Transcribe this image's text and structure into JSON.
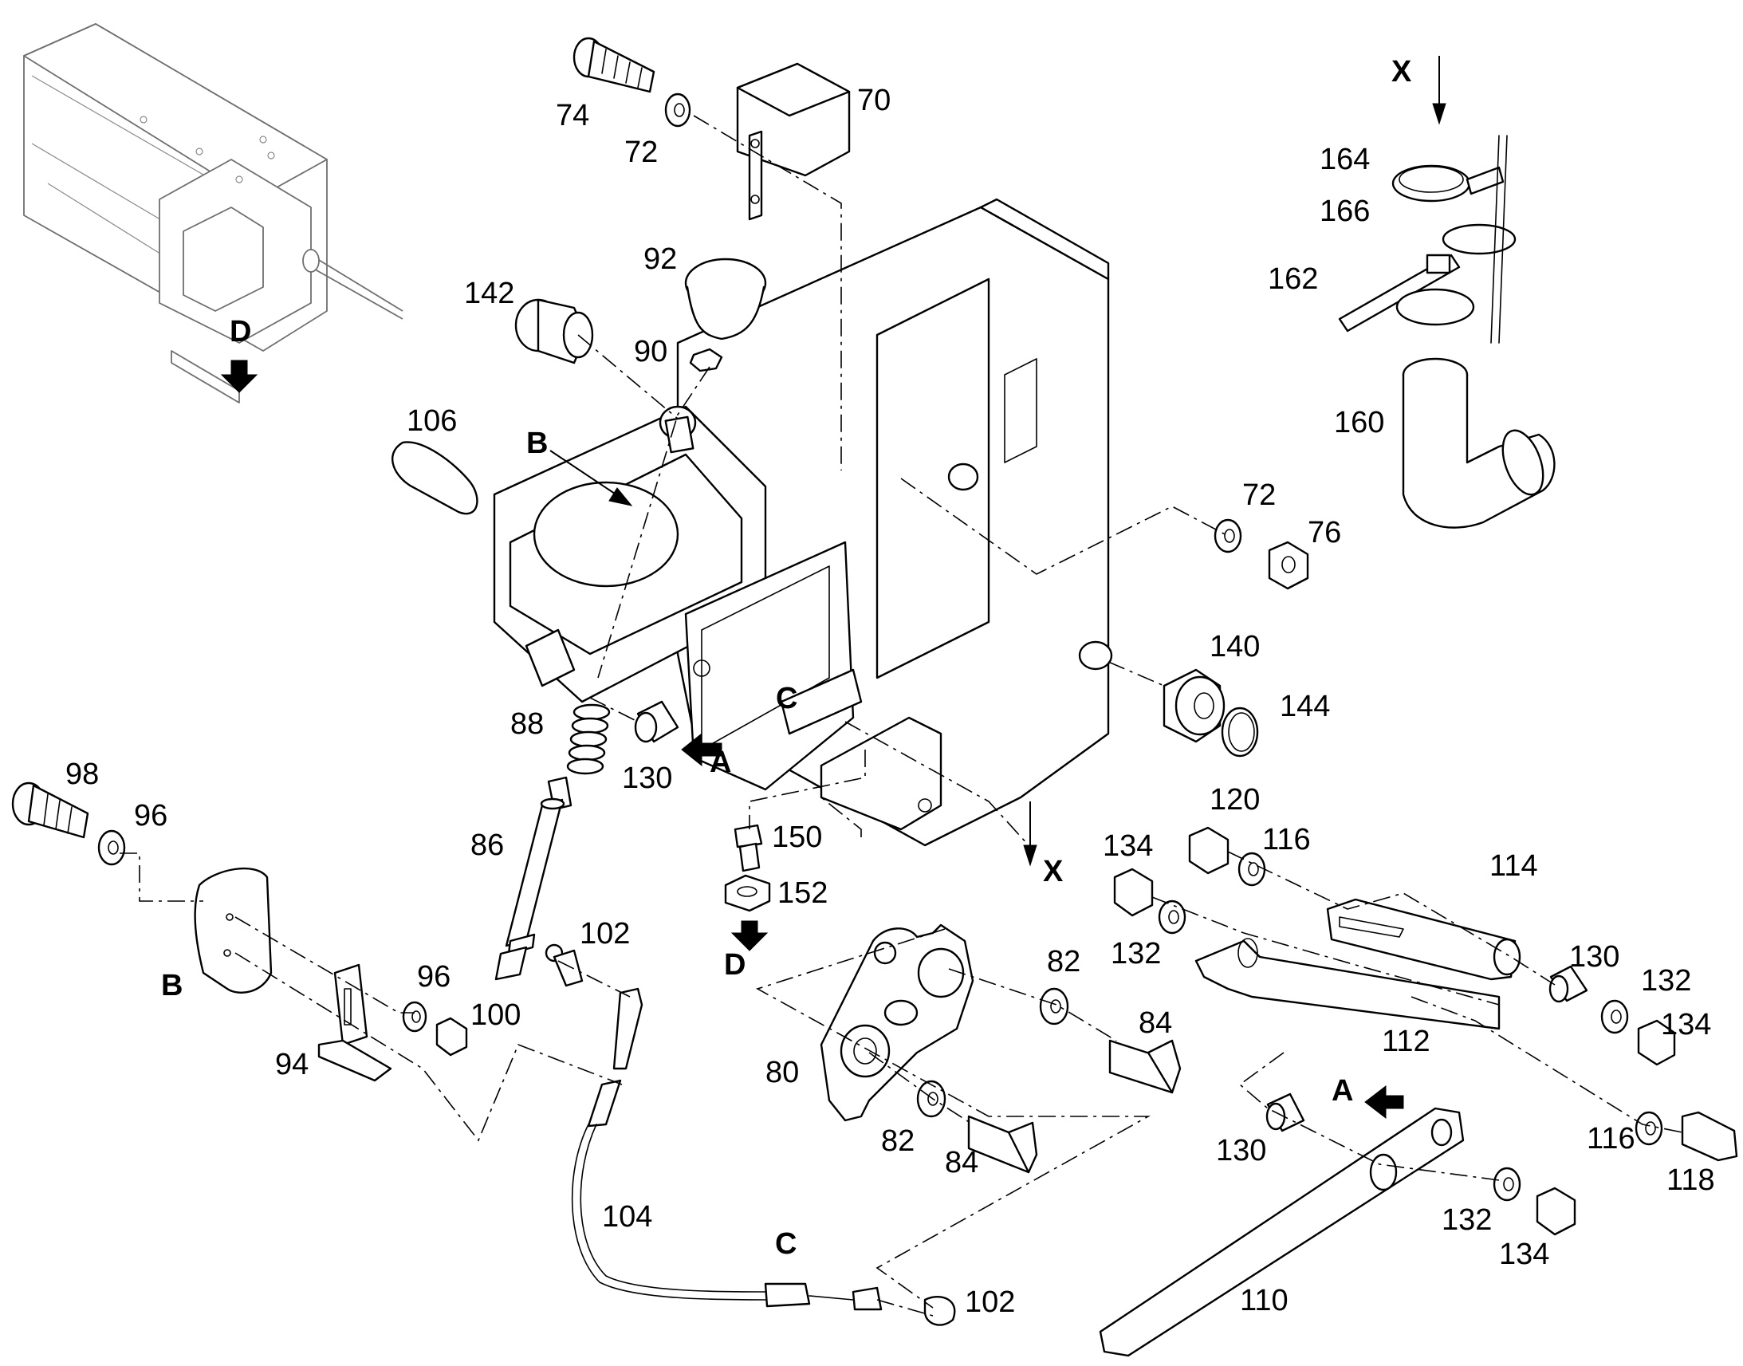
{
  "callouts": {
    "c74": "74",
    "c72a": "72",
    "c70": "70",
    "c92": "92",
    "c142": "142",
    "c90": "90",
    "c106": "106",
    "c164": "164",
    "c166": "166",
    "c162": "162",
    "c160": "160",
    "c72b": "72",
    "c76": "76",
    "c140": "140",
    "c144": "144",
    "c88": "88",
    "c130a": "130",
    "c98": "98",
    "c96a": "96",
    "c86": "86",
    "c150": "150",
    "c152": "152",
    "c102a": "102",
    "c96b": "96",
    "c100": "100",
    "c94": "94",
    "c120": "120",
    "c116a": "116",
    "c134a": "134",
    "c132a": "132",
    "c114": "114",
    "c82a": "82",
    "c84a": "84",
    "c80": "80",
    "c82b": "82",
    "c84b": "84",
    "c130b": "130",
    "c132b": "132",
    "c134b": "134",
    "c112": "112",
    "c116b": "116",
    "c118": "118",
    "c130c": "130",
    "c132c": "132",
    "c134c": "134",
    "c110": "110",
    "c104": "104",
    "c102b": "102"
  },
  "view_markers": {
    "d_top": "D",
    "b_top": "B",
    "c_mid": "C",
    "a_mid": "A",
    "x_mid": "X",
    "d_bottom": "D",
    "b_left": "B",
    "a_right": "A",
    "c_bottom": "C",
    "x_top": "X"
  },
  "colors": {
    "line": "#000000",
    "ghost": "#6f6f6f",
    "background": "#ffffff"
  }
}
